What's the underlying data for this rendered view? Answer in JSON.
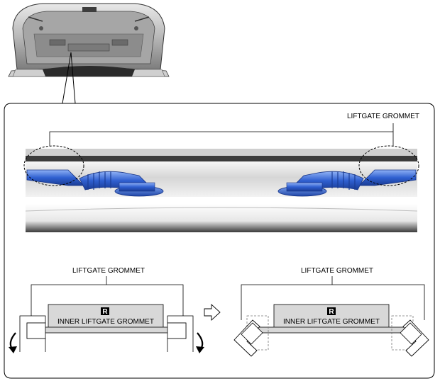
{
  "photo": {
    "callout_label": "LIFTGATE GROMMET"
  },
  "detail_left": {
    "title": "LIFTGATE GROMMET",
    "badge": "R",
    "part_label": "INNER LIFTGATE GROMMET"
  },
  "detail_right": {
    "title": "LIFTGATE GROMMET",
    "badge": "R",
    "part_label": "INNER LIFTGATE GROMMET"
  },
  "colors": {
    "hose_blue": "#2f5fd0",
    "hose_light": "#6f97ee",
    "panel_gray": "#d8d8d8",
    "badge_black": "#000000"
  },
  "icons": {
    "direction_arrow": "outline-right-arrow",
    "rotate_arrows": "curved-arrow"
  }
}
